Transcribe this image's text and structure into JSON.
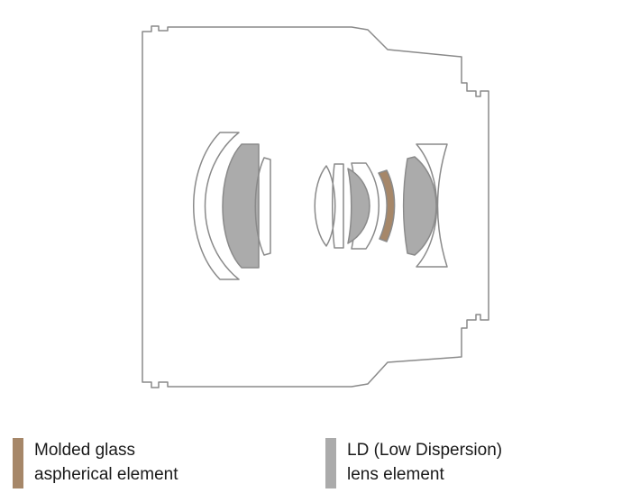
{
  "colors": {
    "outline": "#8a8a8a",
    "molded_glass": "#a68769",
    "ld_element": "#ababab",
    "background": "#ffffff"
  },
  "legend": {
    "molded": {
      "line1": "Molded glass",
      "line2": "aspherical element"
    },
    "ld": {
      "line1": "LD (Low Dispersion)",
      "line2": "lens element"
    }
  }
}
